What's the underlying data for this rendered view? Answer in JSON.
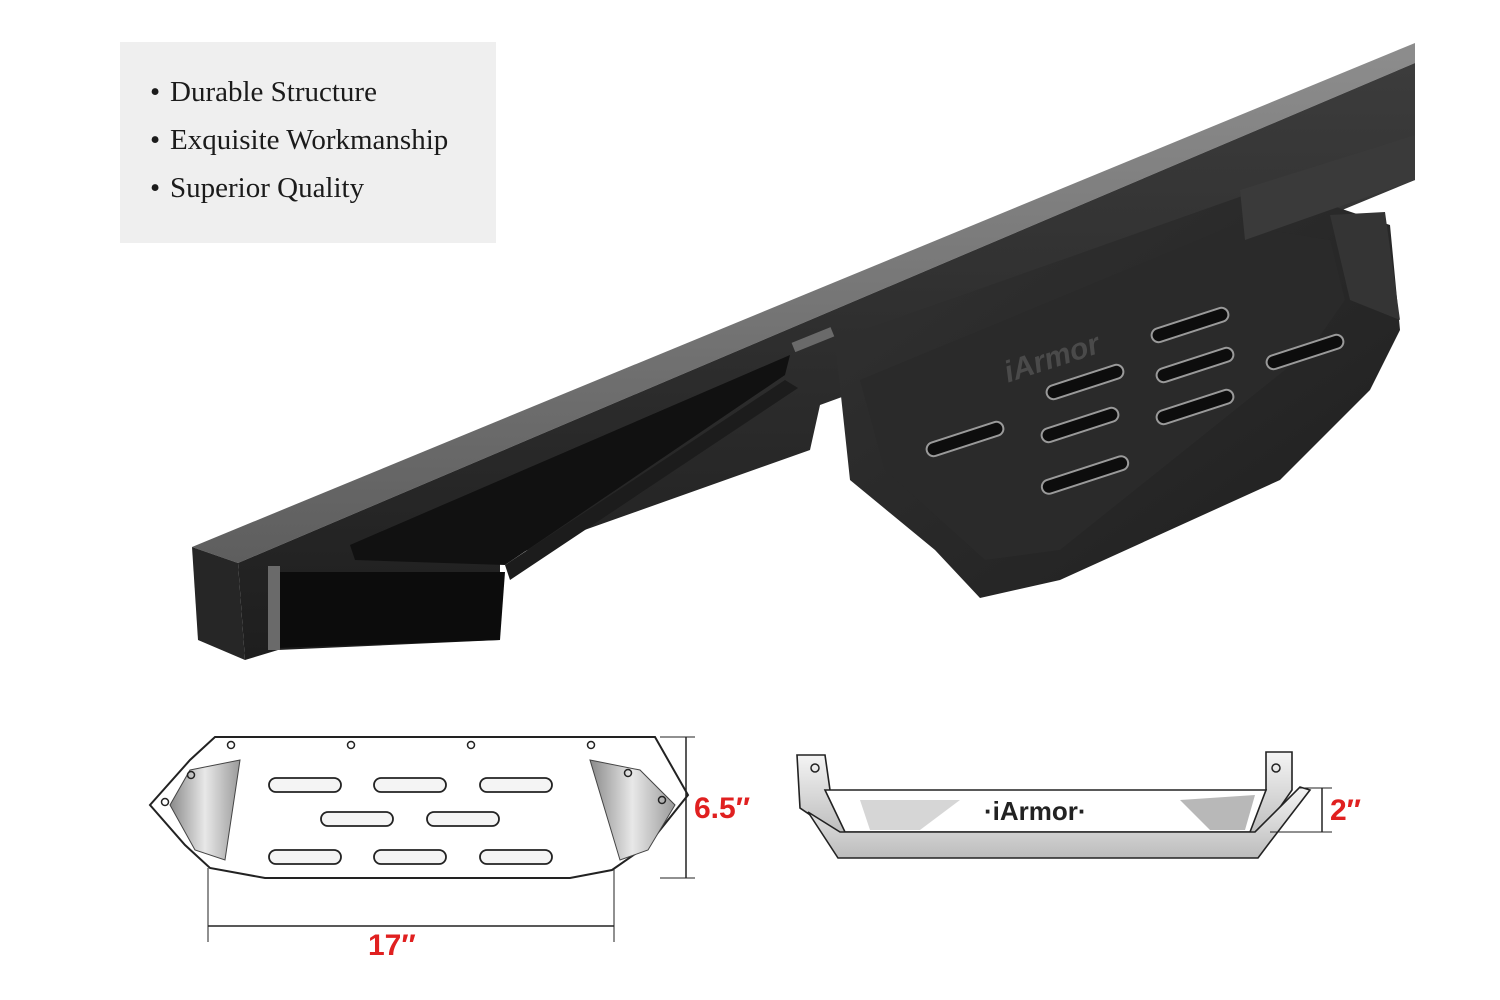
{
  "features": {
    "items": [
      {
        "bullet": "•",
        "text": "Durable Structure"
      },
      {
        "bullet": "•",
        "text": "Exquisite Workmanship"
      },
      {
        "bullet": "•",
        "text": "Superior Quality"
      }
    ]
  },
  "product": {
    "brand_on_step": "iArmor"
  },
  "diagram_top": {
    "width_label": "17″",
    "depth_label": "6.5″"
  },
  "diagram_side": {
    "brand_label": "·iArmor·",
    "height_label": "2″"
  },
  "colors": {
    "dimension_red": "#e02020",
    "panel_bg": "#efefef",
    "bar_black": "#2b2b2b"
  }
}
